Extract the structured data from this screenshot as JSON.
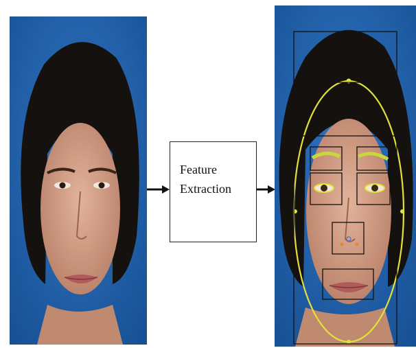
{
  "process_box": {
    "label": "Feature\nExtraction"
  },
  "colors": {
    "photo_background": "#1f5fa8",
    "landmark_outline": "#e2e03a",
    "bounding_box": "#111111",
    "arrow": "#111111"
  },
  "nodes": [
    {
      "id": "input-face",
      "kind": "image",
      "content": "portrait photo"
    },
    {
      "id": "feature-extraction",
      "kind": "process"
    },
    {
      "id": "annotated-face",
      "kind": "image",
      "content": "portrait photo with facial landmarks and region boxes"
    }
  ],
  "edges": [
    {
      "from": "input-face",
      "to": "feature-extraction"
    },
    {
      "from": "feature-extraction",
      "to": "annotated-face"
    }
  ],
  "annotated_regions": [
    "face-outline",
    "hair",
    "forehead",
    "left-eyebrow",
    "right-eyebrow",
    "left-eye",
    "right-eye",
    "nose",
    "mouth"
  ]
}
